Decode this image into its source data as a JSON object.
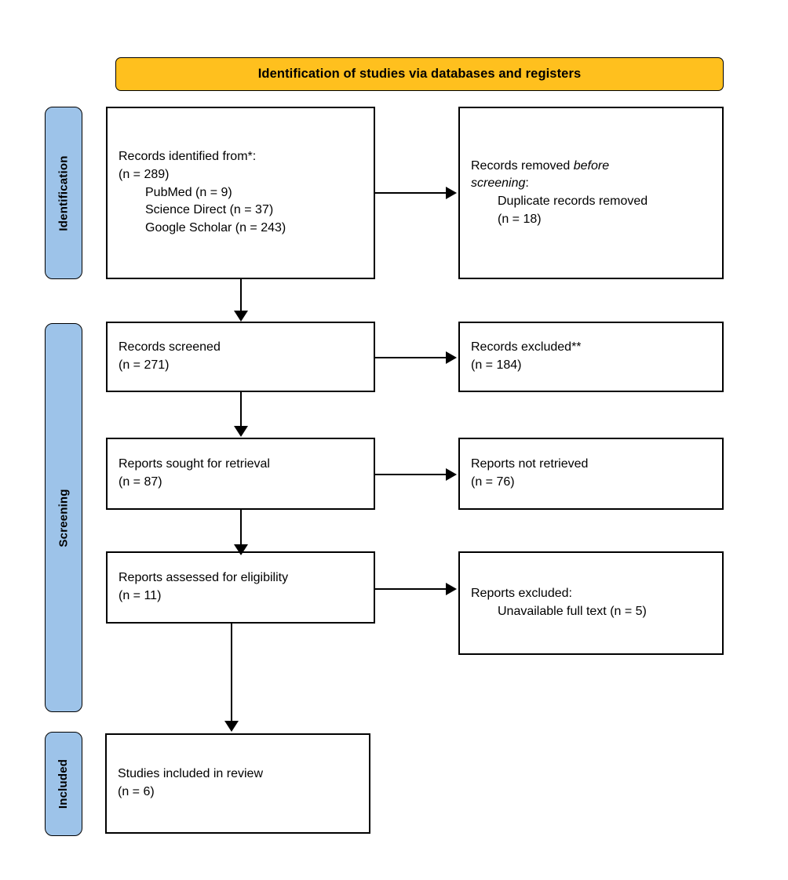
{
  "banner": {
    "title": "Identification of studies via databases and registers"
  },
  "stages": [
    {
      "id": "identification",
      "label": "Identification"
    },
    {
      "id": "screening",
      "label": "Screening"
    },
    {
      "id": "included",
      "label": "Included"
    }
  ],
  "colors": {
    "banner_fill": "#FFC01E",
    "stage_fill": "#9DC3E9",
    "box_fill": "#FFFFFF",
    "stroke": "#000000"
  },
  "boxes": {
    "identified": {
      "line1": "Records identified from*:",
      "line2": "(n = 289)",
      "line3": "PubMed (n = 9)",
      "line4": "Science Direct (n = 37)",
      "line5": "Google Scholar (n = 243)"
    },
    "removed": {
      "line1_prefix": "Records removed ",
      "line1_italic": "before",
      "line2_italic": "screening",
      "line2_suffix": ":",
      "line3": "Duplicate records removed",
      "line4": "(n = 18)"
    },
    "screened": {
      "line1": "Records screened",
      "line2": "(n = 271)"
    },
    "excluded": {
      "line1": "Records excluded**",
      "line2": "(n = 184)"
    },
    "sought": {
      "line1": "Reports sought for retrieval",
      "line2": "(n = 87)"
    },
    "not_retrieved": {
      "line1": "Reports not retrieved",
      "line2": "(n = 76)"
    },
    "assessed": {
      "line1": "Reports assessed for eligibility",
      "line2": "(n = 11)"
    },
    "reports_excluded": {
      "line1": "Reports excluded:",
      "line2": "Unavailable full text (n = 5)"
    },
    "included": {
      "line1": "Studies included in review",
      "line2": "(n = 6)"
    }
  }
}
